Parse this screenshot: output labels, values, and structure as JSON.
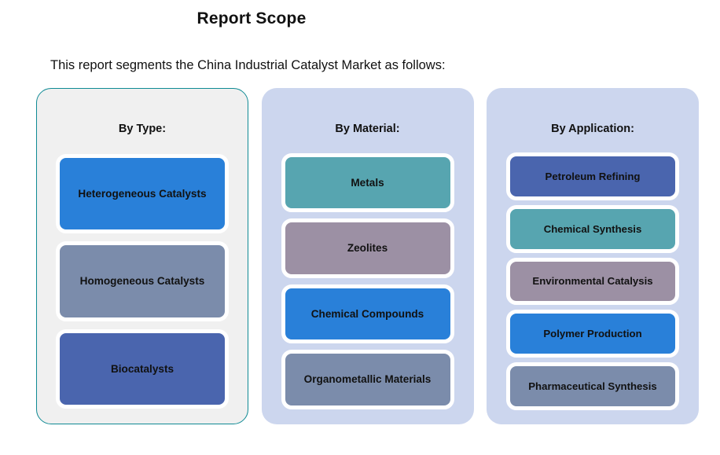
{
  "header": {
    "title": "Report Scope",
    "subtitle": "This report segments the China Industrial Catalyst Market as follows:"
  },
  "palette": {
    "page_background": "#ffffff",
    "panel_outlined_fill": "#f0f0f0",
    "panel_outlined_border": "#0f8a94",
    "panel_plain_fill": "#ccd6ee",
    "chip_gap": "#ffffff",
    "text": "#111111",
    "blue": "#2980d9",
    "blue_gray": "#7b8cab",
    "indigo": "#4a65ae",
    "teal": "#57a5b0",
    "mauve": "#9c90a4"
  },
  "columns": [
    {
      "id": "by-type",
      "title": "By Type:",
      "style": "outlined",
      "fill": "#f0f0f0",
      "border": "#0f8a94",
      "items": [
        {
          "label": "Heterogeneous Catalysts",
          "color": "#2980d9"
        },
        {
          "label": "Homogeneous Catalysts",
          "color": "#7b8cab"
        },
        {
          "label": "Biocatalysts",
          "color": "#4a65ae"
        }
      ]
    },
    {
      "id": "by-material",
      "title": "By Material:",
      "style": "plain",
      "fill": "#ccd6ee",
      "border": "transparent",
      "items": [
        {
          "label": "Metals",
          "color": "#57a5b0"
        },
        {
          "label": "Zeolites",
          "color": "#9c90a4"
        },
        {
          "label": "Chemical Compounds",
          "color": "#2980d9"
        },
        {
          "label": "Organometallic Materials",
          "color": "#7b8cab"
        }
      ]
    },
    {
      "id": "by-application",
      "title": "By Application:",
      "style": "plain",
      "fill": "#ccd6ee",
      "border": "transparent",
      "items": [
        {
          "label": "Petroleum Refining",
          "color": "#4a65ae"
        },
        {
          "label": "Chemical Synthesis",
          "color": "#57a5b0"
        },
        {
          "label": "Environmental Catalysis",
          "color": "#9c90a4"
        },
        {
          "label": "Polymer Production",
          "color": "#2980d9"
        },
        {
          "label": "Pharmaceutical Synthesis",
          "color": "#7b8cab"
        }
      ]
    }
  ]
}
